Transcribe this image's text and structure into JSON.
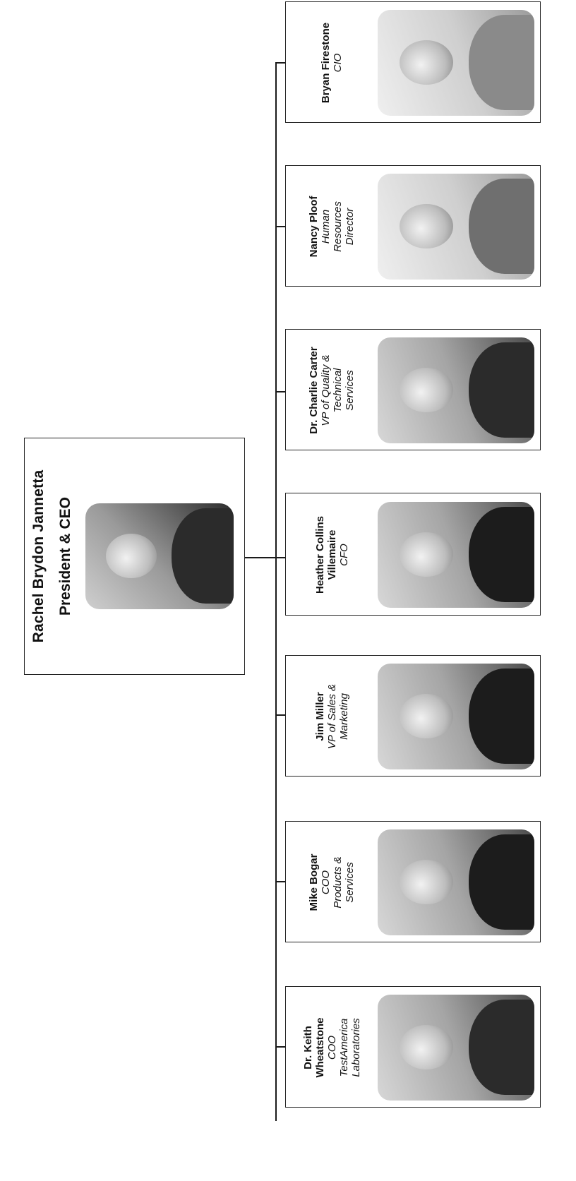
{
  "ceo": {
    "name": "Rachel Brydon Jannetta",
    "title": "President & CEO"
  },
  "reports": [
    {
      "name": "Bryan Firestone",
      "role": "CIO"
    },
    {
      "name": "Nancy Ploof",
      "role": "Human Resources Director"
    },
    {
      "name": "Dr. Charlie Carter",
      "role": "VP of Quality & Technical Services"
    },
    {
      "name": "Heather Collins Villemaire",
      "role": "CFO"
    },
    {
      "name": "Jim Miller",
      "role": "VP of Sales & Marketing"
    },
    {
      "name": "Mike Bogar",
      "role": "COO Products & Services"
    },
    {
      "name": "Dr. Keith Wheatstone",
      "role": "COO TestAmerica Laboratories"
    }
  ]
}
